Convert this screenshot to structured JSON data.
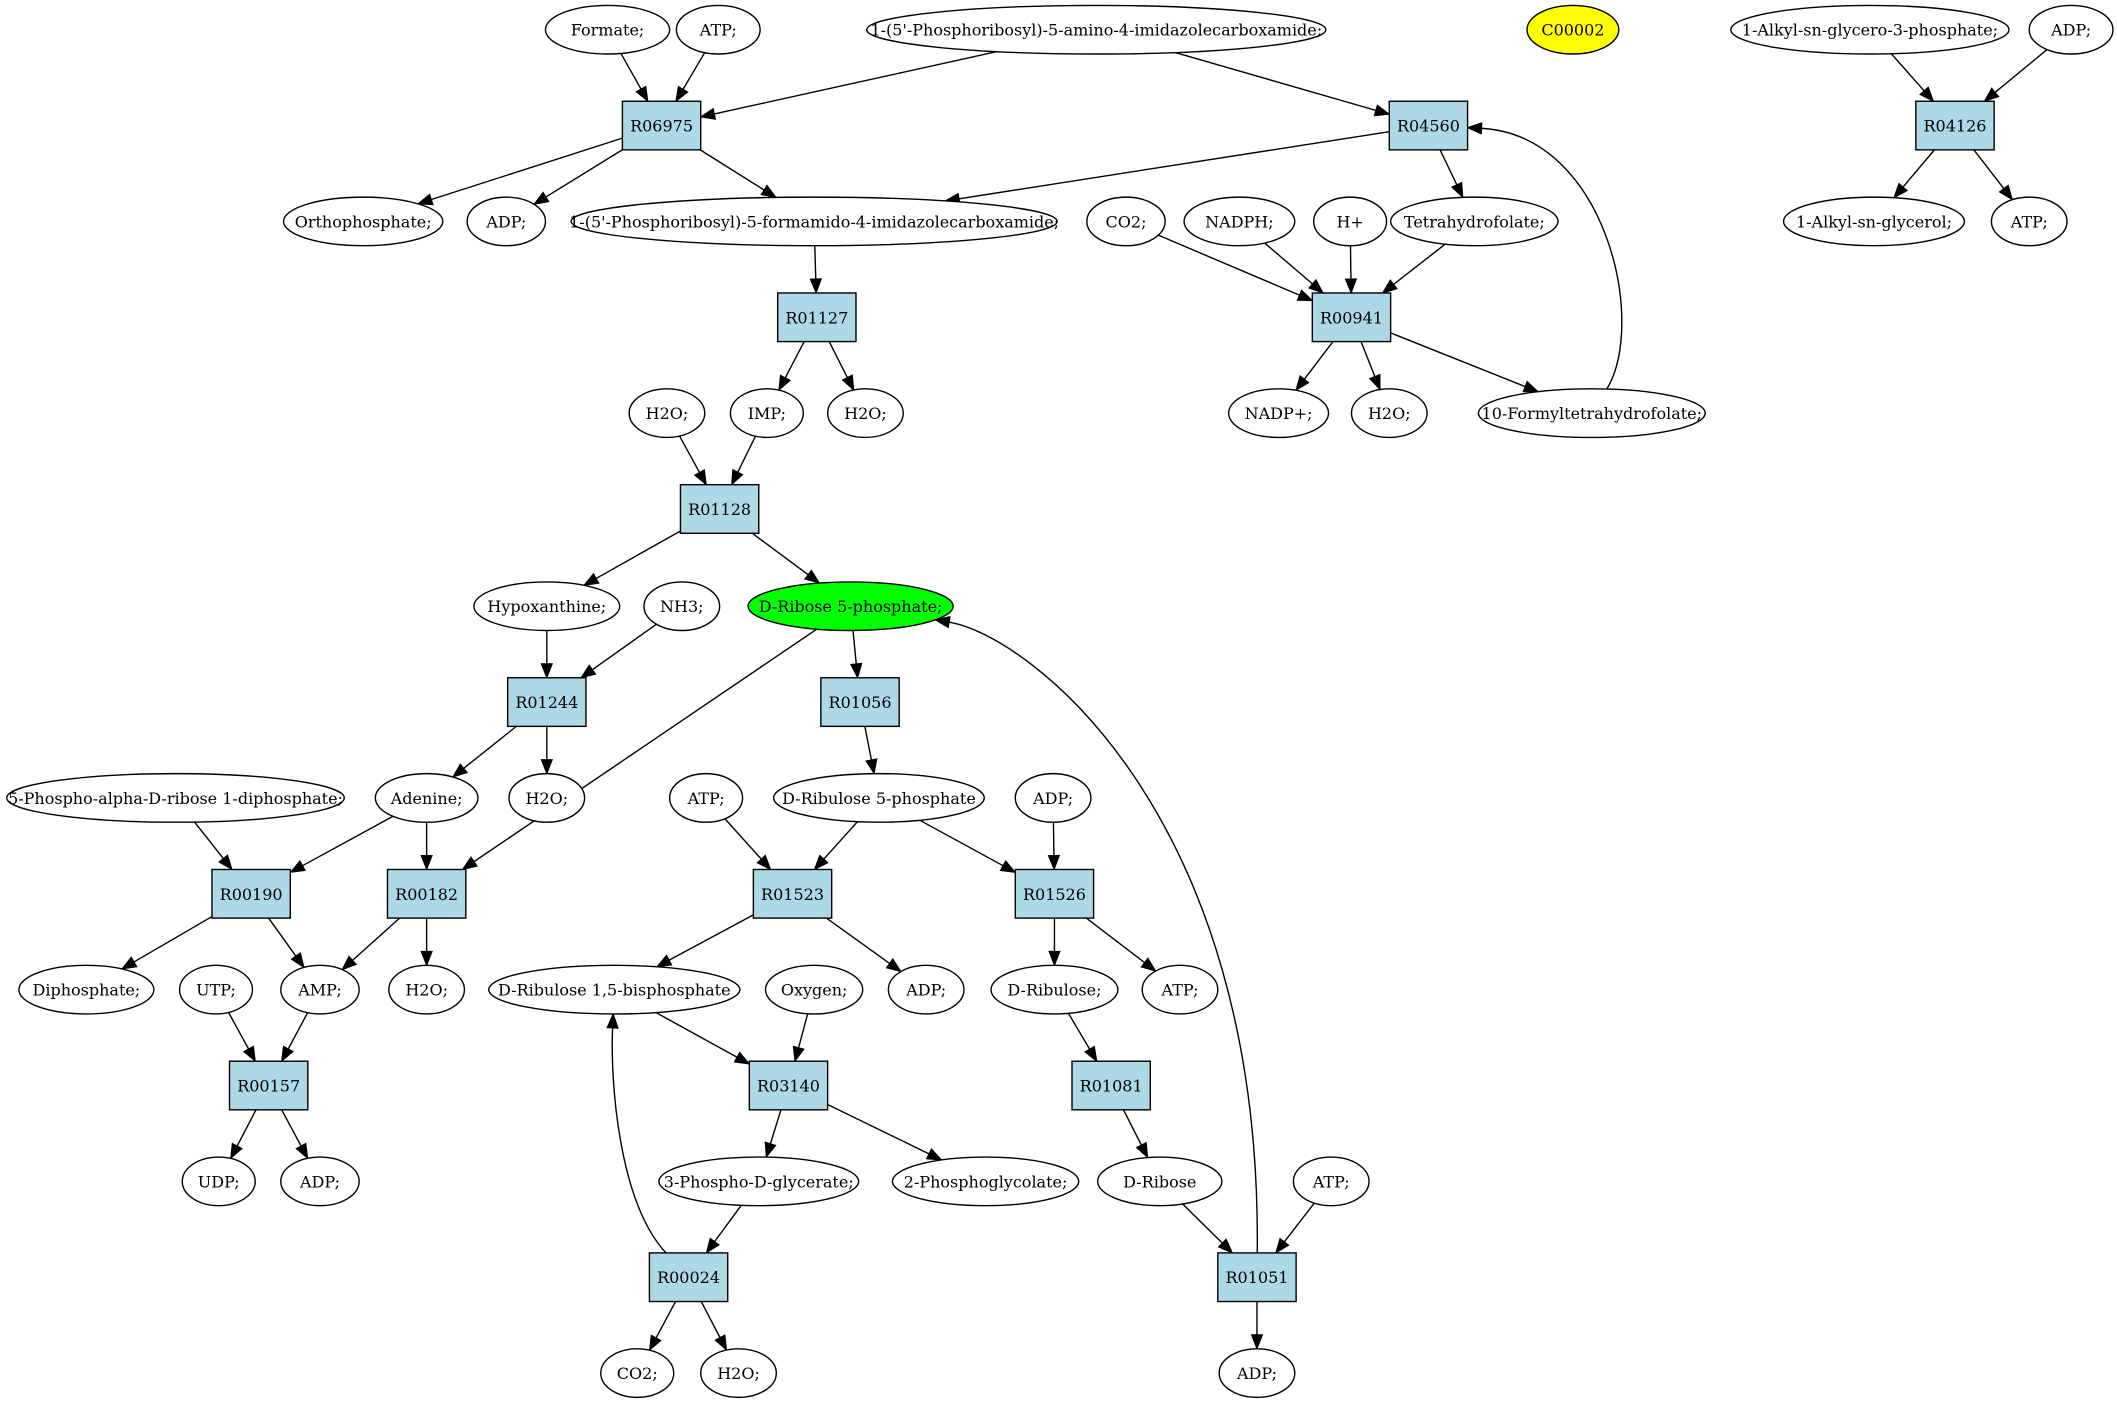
{
  "colors": {
    "reaction_fill": "#add8e6",
    "compound_fill": "#ffffff",
    "highlight_green": "#00ff00",
    "highlight_yellow": "#ffff00",
    "stroke": "#000000"
  },
  "nodes": {
    "formate": {
      "label": "Formate;",
      "type": "compound"
    },
    "atp1": {
      "label": "ATP;",
      "type": "compound"
    },
    "prib_amino": {
      "label": "1-(5'-Phosphoribosyl)-5-amino-4-imidazolecarboxamide;",
      "type": "compound"
    },
    "c00002": {
      "label": "C00002",
      "type": "compound",
      "highlight": "yellow"
    },
    "alkyl_g3p": {
      "label": "1-Alkyl-sn-glycero-3-phosphate;",
      "type": "compound"
    },
    "adp_top": {
      "label": "ADP;",
      "type": "compound"
    },
    "r06975": {
      "label": "R06975",
      "type": "reaction"
    },
    "r04560": {
      "label": "R04560",
      "type": "reaction"
    },
    "r04126": {
      "label": "R04126",
      "type": "reaction"
    },
    "orthophosphate": {
      "label": "Orthophosphate;",
      "type": "compound"
    },
    "adp2": {
      "label": "ADP;",
      "type": "compound"
    },
    "prib_formamido": {
      "label": "1-(5'-Phosphoribosyl)-5-formamido-4-imidazolecarboxamide;",
      "type": "compound"
    },
    "co2_1": {
      "label": "CO2;",
      "type": "compound"
    },
    "nadph": {
      "label": "NADPH;",
      "type": "compound"
    },
    "hplus": {
      "label": "H+",
      "type": "compound"
    },
    "thf": {
      "label": "Tetrahydrofolate;",
      "type": "compound"
    },
    "alkyl_glycerol": {
      "label": "1-Alkyl-sn-glycerol;",
      "type": "compound"
    },
    "atp_r04126": {
      "label": "ATP;",
      "type": "compound"
    },
    "r01127": {
      "label": "R01127",
      "type": "reaction"
    },
    "r00941": {
      "label": "R00941",
      "type": "reaction"
    },
    "h2o_a": {
      "label": "H2O;",
      "type": "compound"
    },
    "imp": {
      "label": "IMP;",
      "type": "compound"
    },
    "h2o_b": {
      "label": "H2O;",
      "type": "compound"
    },
    "nadpplus": {
      "label": "NADP+;",
      "type": "compound"
    },
    "h2o_c": {
      "label": "H2O;",
      "type": "compound"
    },
    "formyl_thf": {
      "label": "10-Formyltetrahydrofolate;",
      "type": "compound"
    },
    "r01128": {
      "label": "R01128",
      "type": "reaction"
    },
    "hypoxanthine": {
      "label": "Hypoxanthine;",
      "type": "compound"
    },
    "nh3": {
      "label": "NH3;",
      "type": "compound"
    },
    "r5p": {
      "label": "D-Ribose 5-phosphate;",
      "type": "compound",
      "highlight": "green"
    },
    "r01244": {
      "label": "R01244",
      "type": "reaction"
    },
    "r01056": {
      "label": "R01056",
      "type": "reaction"
    },
    "prpp": {
      "label": "5-Phospho-alpha-D-ribose 1-diphosphate;",
      "type": "compound"
    },
    "adenine": {
      "label": "Adenine;",
      "type": "compound"
    },
    "h2o_d": {
      "label": "H2O;",
      "type": "compound"
    },
    "atp_r01523": {
      "label": "ATP;",
      "type": "compound"
    },
    "ru5p": {
      "label": "D-Ribulose 5-phosphate",
      "type": "compound"
    },
    "adp_r01526": {
      "label": "ADP;",
      "type": "compound"
    },
    "r00190": {
      "label": "R00190",
      "type": "reaction"
    },
    "r00182": {
      "label": "R00182",
      "type": "reaction"
    },
    "r01523": {
      "label": "R01523",
      "type": "reaction"
    },
    "r01526": {
      "label": "R01526",
      "type": "reaction"
    },
    "diphosphate": {
      "label": "Diphosphate;",
      "type": "compound"
    },
    "utp": {
      "label": "UTP;",
      "type": "compound"
    },
    "amp": {
      "label": "AMP;",
      "type": "compound"
    },
    "h2o_e": {
      "label": "H2O;",
      "type": "compound"
    },
    "rubp": {
      "label": "D-Ribulose 1,5-bisphosphate",
      "type": "compound"
    },
    "oxygen": {
      "label": "Oxygen;",
      "type": "compound"
    },
    "adp_r01523": {
      "label": "ADP;",
      "type": "compound"
    },
    "ribulose": {
      "label": "D-Ribulose;",
      "type": "compound"
    },
    "atp_r01526": {
      "label": "ATP;",
      "type": "compound"
    },
    "r00157": {
      "label": "R00157",
      "type": "reaction"
    },
    "r03140": {
      "label": "R03140",
      "type": "reaction"
    },
    "r01081": {
      "label": "R01081",
      "type": "reaction"
    },
    "udp": {
      "label": "UDP;",
      "type": "compound"
    },
    "adp_r00157": {
      "label": "ADP;",
      "type": "compound"
    },
    "pga": {
      "label": "3-Phospho-D-glycerate;",
      "type": "compound"
    },
    "phosphoglycolate": {
      "label": "2-Phosphoglycolate;",
      "type": "compound"
    },
    "ribose": {
      "label": "D-Ribose",
      "type": "compound"
    },
    "atp_r01051": {
      "label": "ATP;",
      "type": "compound"
    },
    "r00024": {
      "label": "R00024",
      "type": "reaction"
    },
    "r01051": {
      "label": "R01051",
      "type": "reaction"
    },
    "co2_2": {
      "label": "CO2;",
      "type": "compound"
    },
    "h2o_f": {
      "label": "H2O;",
      "type": "compound"
    },
    "adp_r01051": {
      "label": "ADP;",
      "type": "compound"
    }
  },
  "edges": [
    [
      "formate",
      "r06975"
    ],
    [
      "atp1",
      "r06975"
    ],
    [
      "prib_amino",
      "r06975"
    ],
    [
      "prib_amino",
      "r04560"
    ],
    [
      "r06975",
      "orthophosphate"
    ],
    [
      "r06975",
      "adp2"
    ],
    [
      "r06975",
      "prib_formamido"
    ],
    [
      "r04560",
      "prib_formamido"
    ],
    [
      "r04560",
      "thf"
    ],
    [
      "alkyl_g3p",
      "r04126"
    ],
    [
      "adp_top",
      "r04126"
    ],
    [
      "r04126",
      "alkyl_glycerol"
    ],
    [
      "r04126",
      "atp_r04126"
    ],
    [
      "prib_formamido",
      "r01127"
    ],
    [
      "r01127",
      "imp"
    ],
    [
      "r01127",
      "h2o_b"
    ],
    [
      "co2_1",
      "r00941"
    ],
    [
      "nadph",
      "r00941"
    ],
    [
      "hplus",
      "r00941"
    ],
    [
      "thf",
      "r00941"
    ],
    [
      "r00941",
      "nadpplus"
    ],
    [
      "r00941",
      "h2o_c"
    ],
    [
      "r00941",
      "formyl_thf"
    ],
    [
      "formyl_thf",
      "r04560"
    ],
    [
      "h2o_a",
      "r01128"
    ],
    [
      "imp",
      "r01128"
    ],
    [
      "r01128",
      "hypoxanthine"
    ],
    [
      "r01128",
      "r5p"
    ],
    [
      "hypoxanthine",
      "r01244"
    ],
    [
      "nh3",
      "r01244"
    ],
    [
      "r01244",
      "adenine"
    ],
    [
      "r01244",
      "h2o_d"
    ],
    [
      "r5p",
      "r01056"
    ],
    [
      "r5p",
      "r00182"
    ],
    [
      "r01056",
      "ru5p"
    ],
    [
      "prpp",
      "r00190"
    ],
    [
      "adenine",
      "r00190"
    ],
    [
      "adenine",
      "r00182"
    ],
    [
      "r00190",
      "diphosphate"
    ],
    [
      "r00190",
      "amp"
    ],
    [
      "r00182",
      "amp"
    ],
    [
      "r00182",
      "h2o_e"
    ],
    [
      "atp_r01523",
      "r01523"
    ],
    [
      "ru5p",
      "r01523"
    ],
    [
      "ru5p",
      "r01526"
    ],
    [
      "adp_r01526",
      "r01526"
    ],
    [
      "r01523",
      "rubp"
    ],
    [
      "r01523",
      "adp_r01523"
    ],
    [
      "r01526",
      "ribulose"
    ],
    [
      "r01526",
      "atp_r01526"
    ],
    [
      "utp",
      "r00157"
    ],
    [
      "amp",
      "r00157"
    ],
    [
      "r00157",
      "udp"
    ],
    [
      "r00157",
      "adp_r00157"
    ],
    [
      "rubp",
      "r03140"
    ],
    [
      "oxygen",
      "r03140"
    ],
    [
      "r03140",
      "pga"
    ],
    [
      "r03140",
      "phosphoglycolate"
    ],
    [
      "ribulose",
      "r01081"
    ],
    [
      "r01081",
      "ribose"
    ],
    [
      "pga",
      "r00024"
    ],
    [
      "r00024",
      "rubp"
    ],
    [
      "r00024",
      "co2_2"
    ],
    [
      "r00024",
      "h2o_f"
    ],
    [
      "ribose",
      "r01051"
    ],
    [
      "atp_r01051",
      "r01051"
    ],
    [
      "r01051",
      "adp_r01051"
    ],
    [
      "r01051",
      "r5p"
    ]
  ]
}
